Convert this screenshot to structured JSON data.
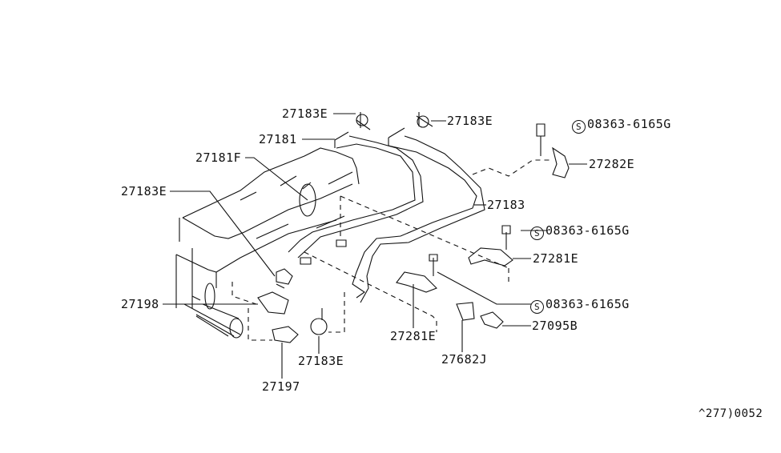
{
  "diagram": {
    "labels": {
      "clip_top_left": "27183E",
      "clip_top_right": "27183E",
      "bolt_top": "08363-6165G",
      "hose_27181": "27181",
      "clamp_27181f": "27181F",
      "bracket_27282e": "27282E",
      "clip_left": "27183E",
      "hose_27183": "27183",
      "bolt_mid": "08363-6165G",
      "bracket_27281e_right": "27281E",
      "valve_27198": "27198",
      "bolt_low": "08363-6165G",
      "bolt_27095b": "27095B",
      "bracket_27281e_center": "27281E",
      "clip_bottom": "27183E",
      "grommet_27682j": "27682J",
      "valve_27197": "27197"
    },
    "screw_symbol": "S",
    "diagram_code": "^277)0052"
  }
}
